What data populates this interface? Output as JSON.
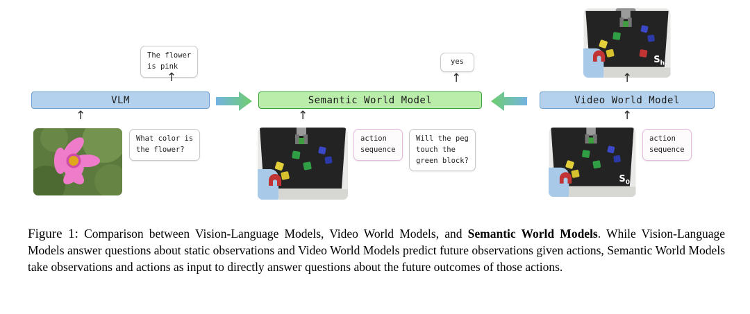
{
  "colors": {
    "vlm_fill": "#b3d1ec",
    "vlm_border": "#6f9fce",
    "swm_fill": "#b9eda9",
    "swm_border": "#3da23d",
    "bubble_border": "#c9c9c9",
    "action_border": "#e7bade",
    "arrow_blue": "#74b2e2",
    "arrow_green": "#6ece6e"
  },
  "icons": {
    "up_arrow": "↑"
  },
  "vlm": {
    "title": "VLM",
    "output_bubble": "The flower\nis pink",
    "question_bubble": "What color is\nthe flower?"
  },
  "swm": {
    "title": "Semantic World Model",
    "output_bubble": "yes",
    "action_bubble": "action\nsequence",
    "question_bubble": "Will the peg\ntouch the\ngreen block?"
  },
  "vwm": {
    "title": "Video World Model",
    "action_bubble": "action\nsequence",
    "output_label_main": "S",
    "output_label_sub": "h",
    "input_label_main": "S",
    "input_label_sub": "0"
  },
  "caption": {
    "label": "Figure 1:",
    "part1": " Comparison between Vision-Language Models, Video World Models, and ",
    "bold": "Semantic World Models",
    "part2": ". While Vision-Language Models answer questions about static observations and Video World Models predict future observations given actions, Semantic World Models take observations and actions as input to directly answer questions about the future outcomes of those actions."
  }
}
